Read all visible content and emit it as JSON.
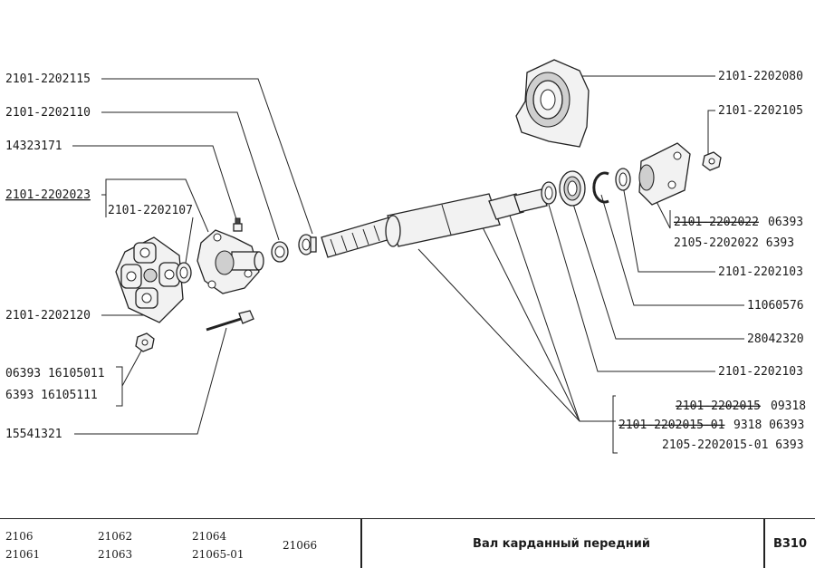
{
  "labels": {
    "l1": "2101-2202115",
    "l2": "2101-2202110",
    "l3": "14323171",
    "l4": "2101-2202023",
    "l5": "2101-2202107",
    "l6": "2101-2202120",
    "l7": "06393 16105011",
    "l8": "6393  16105111",
    "l9": "15541321",
    "r1": "2101-2202080",
    "r2": "2101-2202105",
    "r3a": "2101-2202022",
    "r3b": "06393",
    "r4": "2105-2202022  6393",
    "r5": "2101-2202103",
    "r6": "11060576",
    "r7": "28042320",
    "r8": "2101-2202103",
    "r9a": "2101-2202015",
    "r9b": "09318",
    "r10a": "2101-2202015-01",
    "r10b": "9318 06393",
    "r11": "2105-2202015-01 6393"
  },
  "footer": {
    "models": [
      "2106",
      "21061",
      "21062",
      "21063",
      "21064",
      "21065-01",
      "21066"
    ],
    "title": "Вал карданный передний",
    "code": "B310"
  }
}
